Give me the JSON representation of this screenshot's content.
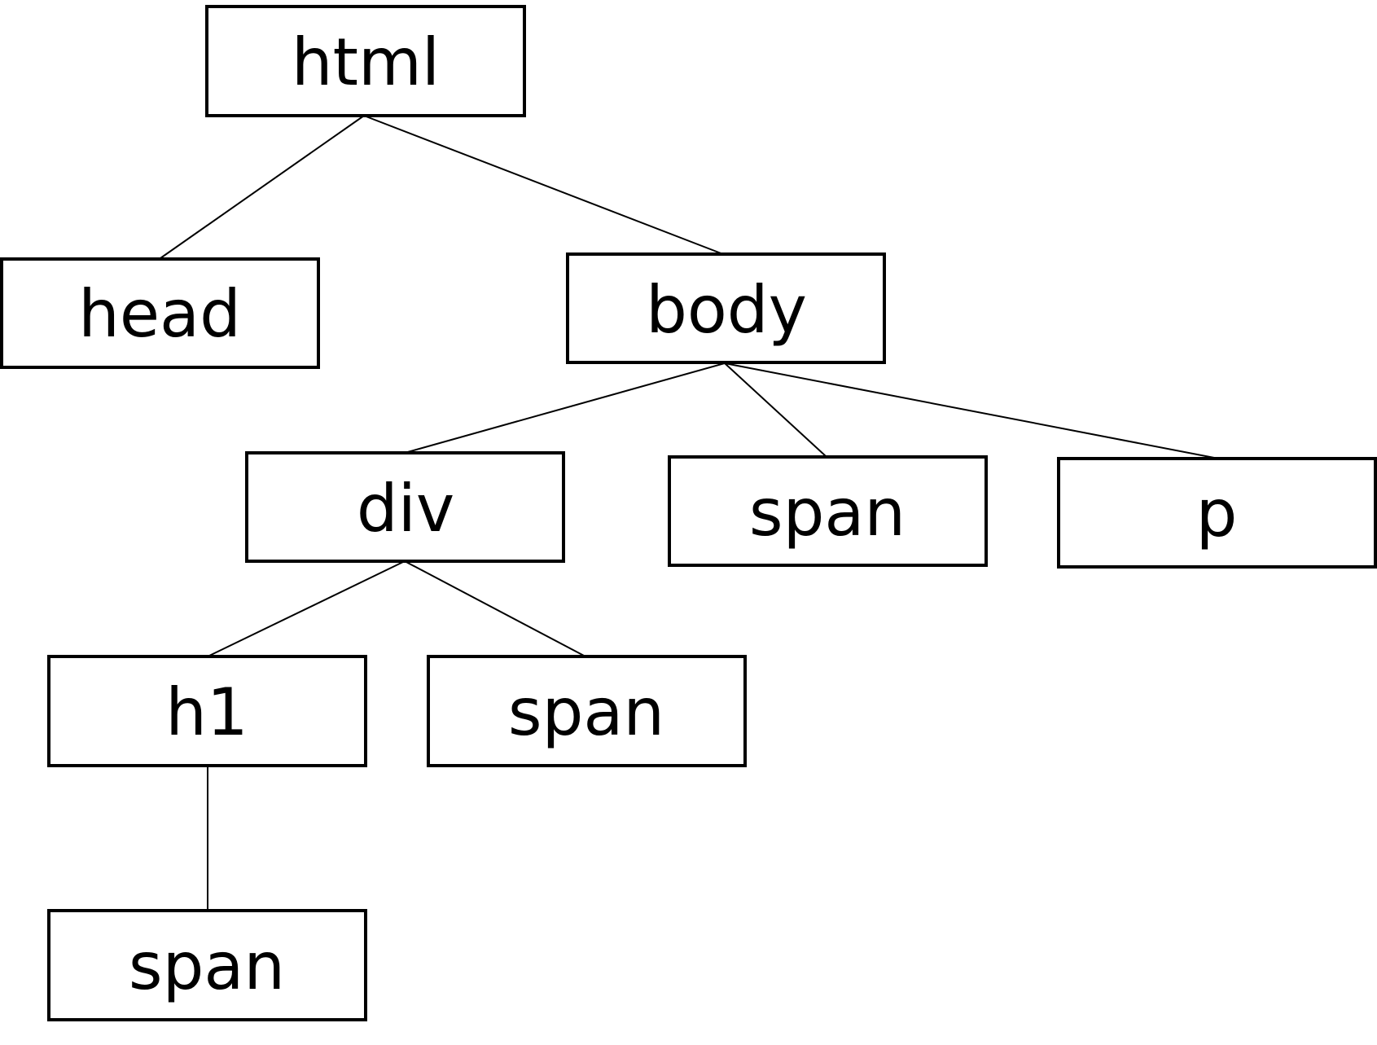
{
  "tree": {
    "nodes": [
      {
        "id": "html",
        "label": "html"
      },
      {
        "id": "head",
        "label": "head"
      },
      {
        "id": "body",
        "label": "body"
      },
      {
        "id": "div",
        "label": "div"
      },
      {
        "id": "body-span",
        "label": "span"
      },
      {
        "id": "p",
        "label": "p"
      },
      {
        "id": "h1",
        "label": "h1"
      },
      {
        "id": "div-span",
        "label": "span"
      },
      {
        "id": "h1-span",
        "label": "span"
      }
    ],
    "edges": [
      {
        "from": "html",
        "to": "head"
      },
      {
        "from": "html",
        "to": "body"
      },
      {
        "from": "body",
        "to": "div"
      },
      {
        "from": "body",
        "to": "body-span"
      },
      {
        "from": "body",
        "to": "p"
      },
      {
        "from": "div",
        "to": "h1"
      },
      {
        "from": "div",
        "to": "div-span"
      },
      {
        "from": "h1",
        "to": "h1-span"
      }
    ]
  }
}
